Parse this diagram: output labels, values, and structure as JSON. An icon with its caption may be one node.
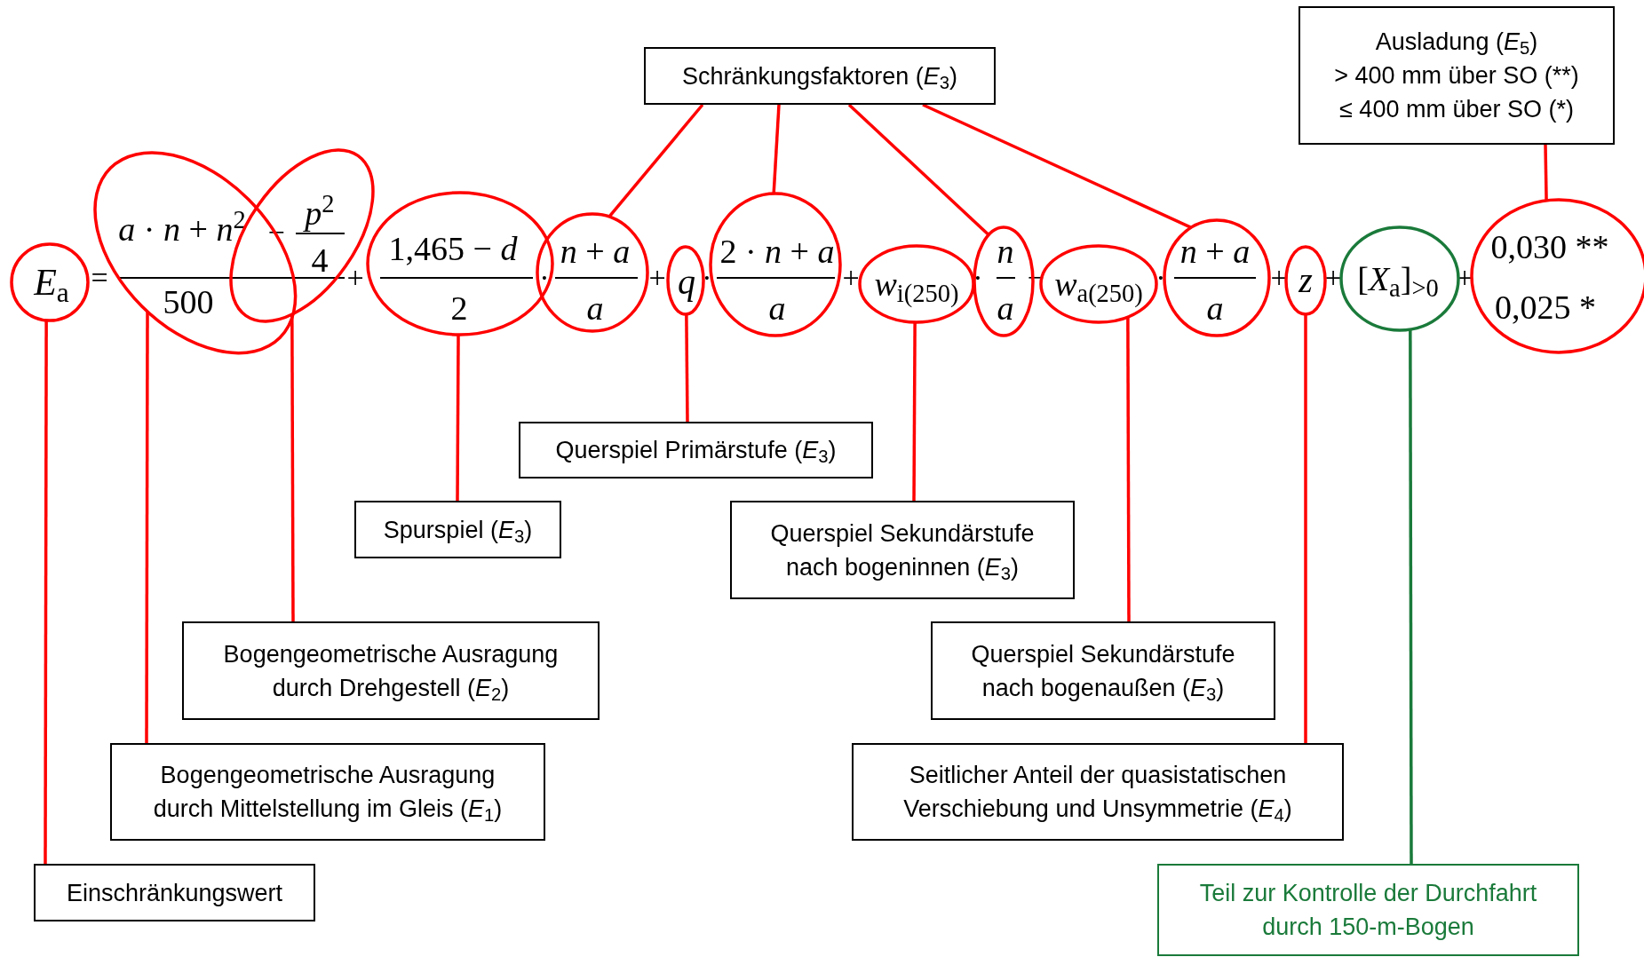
{
  "diagram": {
    "nodes": [
      {
        "text": [
          "Schränkungsfaktoren (*E*$_{3}$)"
        ]
      },
      {
        "text": [
          "Ausladung (*E*$_{5}$)",
          "> 400 mm über SO (**)",
          "≤ 400 mm über SO (*)"
        ]
      },
      {
        "text": [
          "*E*$_{a}$"
        ]
      },
      {
        "text": [
          "*a* · *n* + *n*$^{2}$",
          "500"
        ]
      },
      {
        "text": [
          "*p*$^{2}$",
          "4"
        ]
      },
      {
        "text": [
          "1,465 − *d*",
          "2"
        ]
      },
      {
        "text": [
          "*n* + *a*",
          "*a*"
        ]
      },
      {
        "text": [
          "*q*"
        ]
      },
      {
        "text": [
          "2 · *n* + *a*",
          "*a*"
        ]
      },
      {
        "text": [
          "*w*$_{i(250)}$"
        ]
      },
      {
        "text": [
          "*n*",
          "*a*"
        ]
      },
      {
        "text": [
          "*w*$_{a(250)}$"
        ]
      },
      {
        "text": [
          "*n* + *a*",
          "*a*"
        ]
      },
      {
        "text": [
          "*z*"
        ]
      },
      {
        "text": [
          "[*X*$_{a}$]$_{>0}$"
        ]
      },
      {
        "text": [
          "0,030 **",
          "0,025 *"
        ]
      },
      {
        "text": [
          "Querspiel Primärstufe (*E*$_{3}$)"
        ]
      },
      {
        "text": [
          "Spurspiel (*E*$_{3}$)"
        ]
      },
      {
        "text": [
          "Querspiel Sekundärstufe nach bogeninnen (*E*$_{3}$)"
        ]
      },
      {
        "text": [
          "Bogengeometrische Ausragung durch Drehgestell (*E*$_{2}$)"
        ]
      },
      {
        "text": [
          "Querspiel Sekundärstufe nach bogenaußen (*E*$_{3}$)"
        ]
      },
      {
        "text": [
          "Bogengeometrische Ausragung durch Mittelstellung im Gleis (*E*$_{1}$)"
        ]
      },
      {
        "text": [
          "Seitlicher Anteil der quasistatischen Verschiebung und Unsymmetrie (*E*$_{4}$)"
        ]
      },
      {
        "text": [
          "Einschränkungswert"
        ]
      },
      {
        "text": [
          "Teil zur Kontrolle der Durchfahrt durch 150-m-Bogen"
        ]
      }
    ],
    "edges": [
      {
        "from": 0,
        "to": 6,
        "arrow": "none"
      },
      {
        "from": 0,
        "to": 8,
        "arrow": "none"
      },
      {
        "from": 0,
        "to": 10,
        "arrow": "none"
      },
      {
        "from": 0,
        "to": 12,
        "arrow": "none"
      },
      {
        "from": 1,
        "to": 15,
        "arrow": "none"
      },
      {
        "from": 16,
        "to": 7,
        "arrow": "none"
      },
      {
        "from": 17,
        "to": 5,
        "arrow": "none"
      },
      {
        "from": 18,
        "to": 9,
        "arrow": "none"
      },
      {
        "from": 19,
        "to": 4,
        "arrow": "none"
      },
      {
        "from": 20,
        "to": 11,
        "arrow": "none"
      },
      {
        "from": 21,
        "to": 3,
        "arrow": "none"
      },
      {
        "from": 22,
        "to": 13,
        "arrow": "none"
      },
      {
        "from": 23,
        "to": 2,
        "arrow": "none"
      },
      {
        "from": 24,
        "to": 14,
        "arrow": "none",
        "color": "#1a7a3a"
      }
    ],
    "labels": [
      "=",
      "−",
      "+",
      "·",
      "+",
      "·",
      "+",
      "·",
      "−",
      "·",
      "+",
      "+",
      "+"
    ]
  }
}
